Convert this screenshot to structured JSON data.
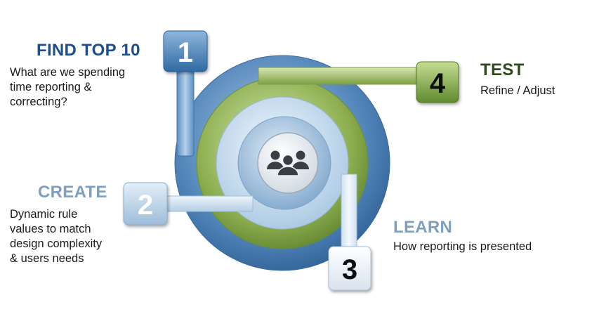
{
  "colors": {
    "outer_ring": "#4f83b8",
    "green_ring": "#8cae4e",
    "inner_ring": "#c3dbee",
    "step_box_blue": "#4c82b9",
    "step_box_light": "#a9c5df",
    "step_box_green": "#6f9a3b",
    "title_dark_blue": "#1f4e8c",
    "title_light_blue": "#7f9fbe",
    "title_green": "#2f4a1f"
  },
  "center": {
    "icon": "people-group-icon"
  },
  "steps": [
    {
      "number": "1",
      "title": "FIND TOP 10",
      "description": [
        "What are we spending",
        "time reporting &",
        "correcting?"
      ]
    },
    {
      "number": "2",
      "title": "CREATE",
      "description": [
        "Dynamic rule",
        "values to match",
        "design complexity",
        "& users needs"
      ]
    },
    {
      "number": "3",
      "title": "LEARN",
      "description": [
        "How reporting is presented"
      ]
    },
    {
      "number": "4",
      "title": "TEST",
      "description": [
        "Refine / Adjust"
      ]
    }
  ]
}
